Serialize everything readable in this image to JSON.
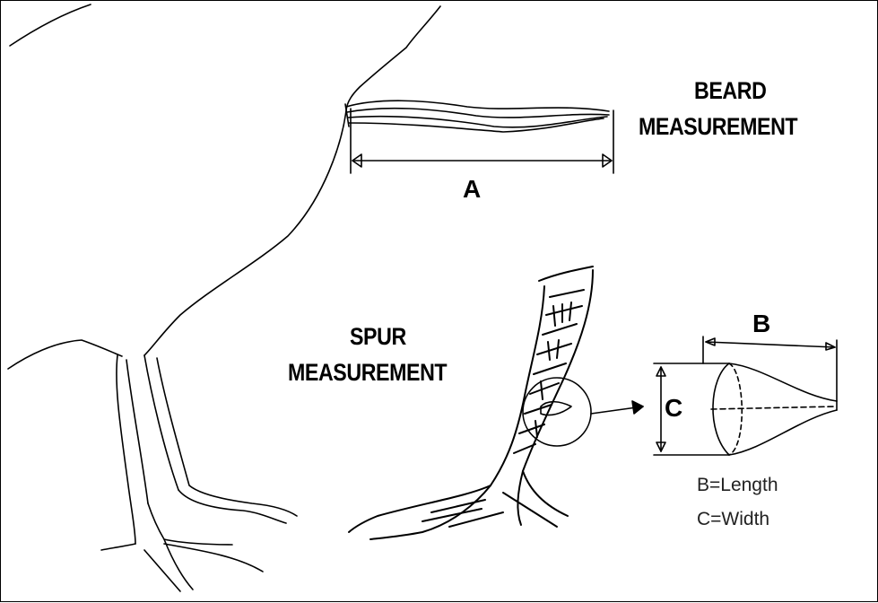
{
  "beard": {
    "title_line1": "BEARD",
    "title_line2": "MEASUREMENT",
    "dimension_label": "A"
  },
  "spur": {
    "title_line1": "SPUR",
    "title_line2": "MEASUREMENT",
    "length_label": "B",
    "width_label": "C"
  },
  "legend": {
    "length": "B=Length",
    "width": "C=Width"
  }
}
